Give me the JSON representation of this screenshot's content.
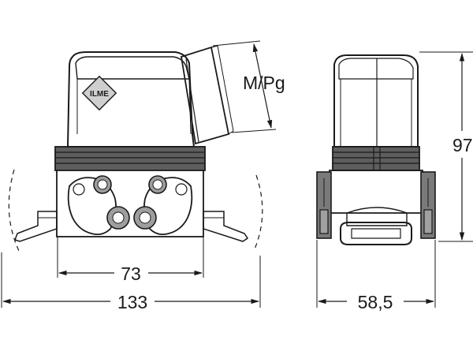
{
  "drawing": {
    "logo_text": "ILME",
    "front_view": {
      "dimension_overall": "133",
      "dimension_mounting": "73",
      "thread_label": "M/Pg"
    },
    "side_view": {
      "dimension_width": "58,5",
      "dimension_height": "97"
    }
  }
}
